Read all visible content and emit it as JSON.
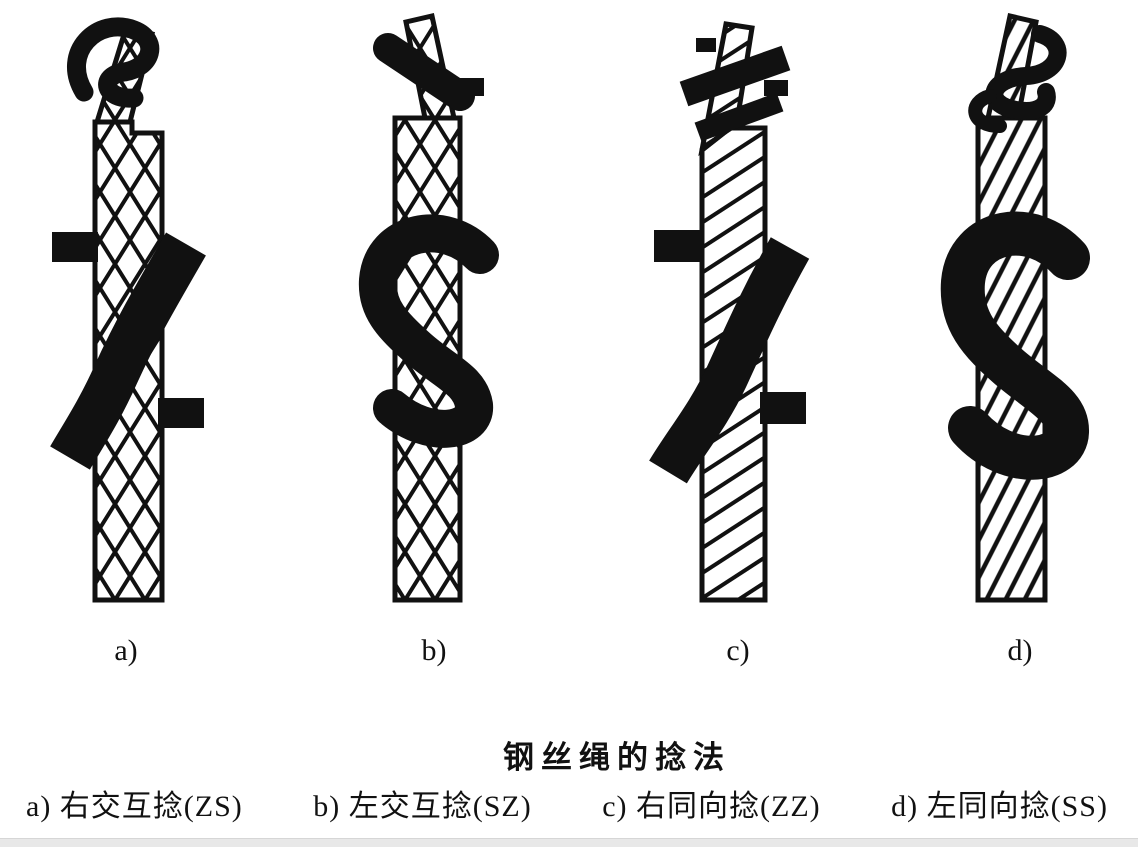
{
  "figure": {
    "title": "钢丝绳的捻法",
    "panels": [
      {
        "key": "a",
        "label": "a)",
        "caption": "a) 右交互捻(ZS)",
        "lay_name": "右交互捻",
        "lay_code": "ZS"
      },
      {
        "key": "b",
        "label": "b)",
        "caption": "b) 左交互捻(SZ)",
        "lay_name": "左交互捻",
        "lay_code": "SZ"
      },
      {
        "key": "c",
        "label": "c)",
        "caption": "c) 右同向捻(ZZ)",
        "lay_name": "右同向捻",
        "lay_code": "ZZ"
      },
      {
        "key": "d",
        "label": "d)",
        "caption": "d) 左同向捻(SS)",
        "lay_name": "左同向捻",
        "lay_code": "SS"
      }
    ]
  },
  "colors": {
    "ink": "#111111",
    "background": "#ffffff",
    "bottom_strip": "#e8e8e8"
  }
}
